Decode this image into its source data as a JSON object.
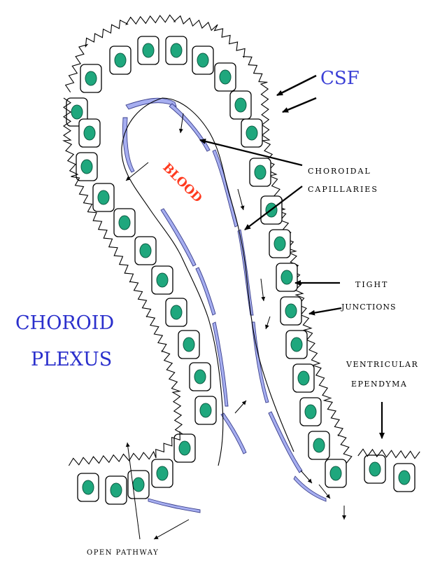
{
  "labels": {
    "csf": "CSF",
    "blood": "BLOOD",
    "choroidal_capillaries_line1": "CHOROIDAL",
    "choroidal_capillaries_line2": "CAPILLARIES",
    "tight_junctions_line1": "TIGHT",
    "tight_junctions_line2": "JUNCTIONS",
    "choroid_plexus_line1": "CHOROID",
    "choroid_plexus_line2": "PLEXUS",
    "ventricular_ependyma_line1": "VENTRICULAR",
    "ventricular_ependyma_line2": "EPENDYMA",
    "open_pathway": "OPEN PATHWAY"
  },
  "colors": {
    "background": "#ffffff",
    "nucleus": "#1fa77d",
    "capillary": "#a6aef0",
    "csf_text": "#3a3fd6",
    "blood_text": "#ff3a1f",
    "plexus_text": "#2a2fcc",
    "line": "#000000"
  },
  "icons": [
    "epithelial-cell-shape",
    "cell-nucleus-dot",
    "capillary-strip",
    "arrow"
  ]
}
